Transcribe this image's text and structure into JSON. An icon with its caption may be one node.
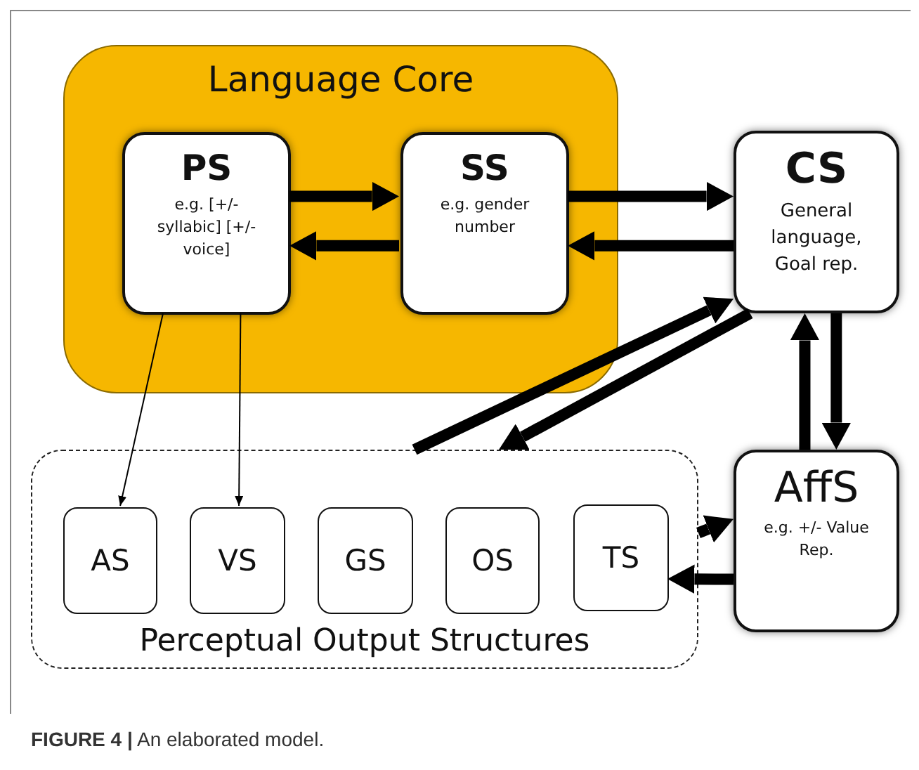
{
  "diagram": {
    "caption": "**FIGURE 4 |** An elaborated model.",
    "nodes": [
      {
        "text": [
          "Language Core"
        ]
      },
      {
        "text": [
          "PS",
          "e.g. [+/- syllabic] [+/- voice]"
        ],
        "in": 0
      },
      {
        "text": [
          "SS",
          "e.g. gender number"
        ],
        "in": 0
      },
      {
        "text": [
          "CS",
          "General language, Goal rep."
        ]
      },
      {
        "text": [
          "Perceptual Output Structures"
        ]
      },
      {
        "text": [
          "AS"
        ],
        "in": 4
      },
      {
        "text": [
          "VS"
        ],
        "in": 4
      },
      {
        "text": [
          "GS"
        ],
        "in": 4
      },
      {
        "text": [
          "OS"
        ],
        "in": 4
      },
      {
        "text": [
          "TS"
        ],
        "in": 4
      },
      {
        "text": [
          "AffS",
          "e.g. +/- Value Rep."
        ]
      }
    ],
    "edges": [
      {
        "from": 1,
        "to": 2,
        "arrow": "to"
      },
      {
        "from": 2,
        "to": 1,
        "arrow": "to"
      },
      {
        "from": 2,
        "to": 3,
        "arrow": "to"
      },
      {
        "from": 3,
        "to": 2,
        "arrow": "to"
      },
      {
        "from": 4,
        "to": 3,
        "arrow": "to"
      },
      {
        "from": 3,
        "to": 4,
        "arrow": "to"
      },
      {
        "from": 3,
        "to": 10,
        "arrow": "to"
      },
      {
        "from": 10,
        "to": 3,
        "arrow": "to"
      },
      {
        "from": 4,
        "to": 10,
        "arrow": "to"
      },
      {
        "from": 10,
        "to": 9,
        "arrow": "to"
      },
      {
        "from": 1,
        "to": 5,
        "arrow": "to"
      },
      {
        "from": 1,
        "to": 6,
        "arrow": "to"
      }
    ]
  }
}
